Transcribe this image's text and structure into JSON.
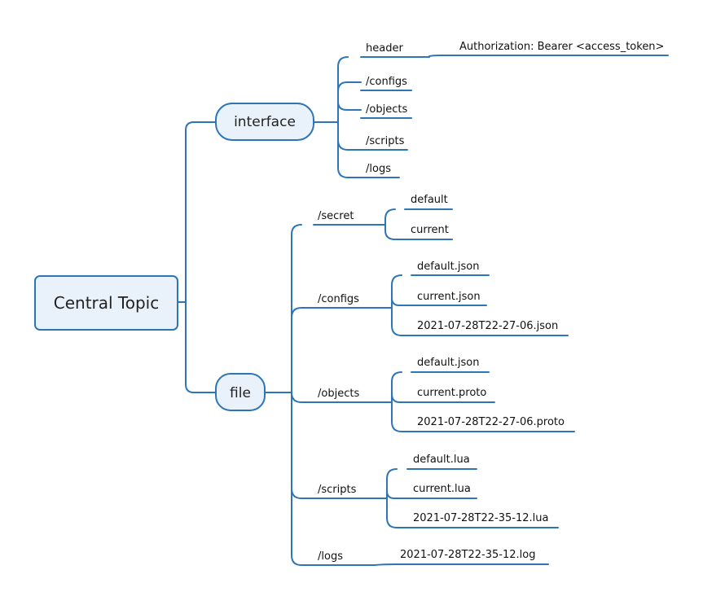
{
  "colors": {
    "line": "#2e75b6",
    "box_fill": "#e9f1fa",
    "text": "#222222"
  },
  "central": "Central Topic",
  "interface": {
    "label": "interface",
    "header": "header",
    "auth": "Authorization: Bearer <access_token>",
    "configs": "/configs",
    "objects": "/objects",
    "scripts": "/scripts",
    "logs": "/logs"
  },
  "file": {
    "label": "file",
    "secret": {
      "label": "/secret",
      "default": "default",
      "current": "current"
    },
    "configs": {
      "label": "/configs",
      "default": "default.json",
      "current": "current.json",
      "dated": "2021-07-28T22-27-06.json"
    },
    "objects": {
      "label": "/objects",
      "default": "default.json",
      "current": "current.proto",
      "dated": "2021-07-28T22-27-06.proto"
    },
    "scripts": {
      "label": "/scripts",
      "default": "default.lua",
      "current": "current.lua",
      "dated": "2021-07-28T22-35-12.lua"
    },
    "logs": {
      "label": "/logs",
      "dated": "2021-07-28T22-35-12.log"
    }
  }
}
